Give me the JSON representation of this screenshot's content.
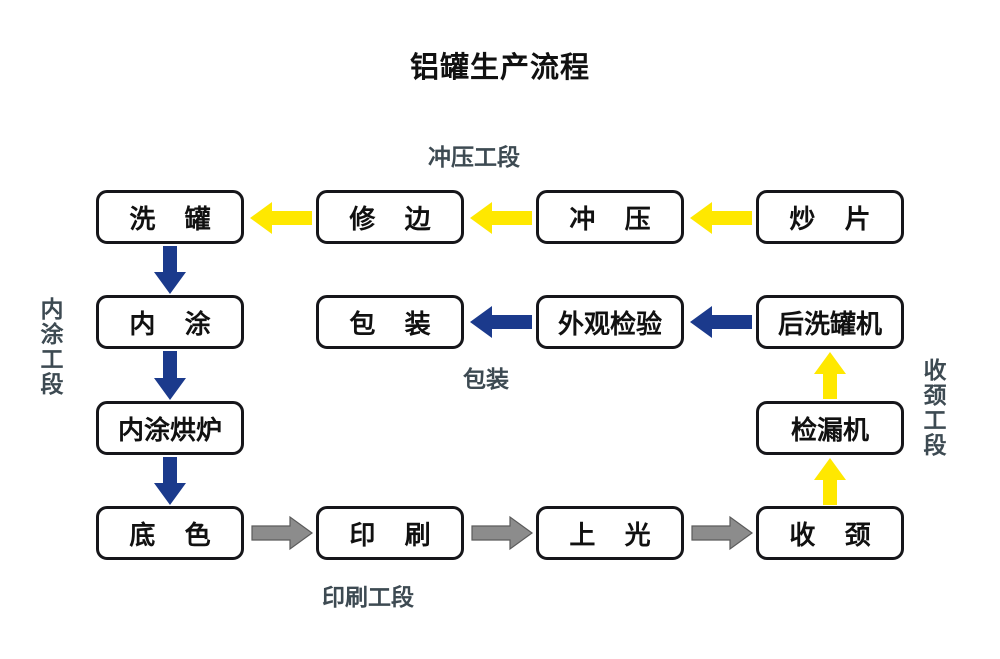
{
  "diagram": {
    "title": "铝罐生产流程",
    "type": "process-flowchart",
    "background_color": "#ffffff",
    "colors": {
      "box_border": "#16161a",
      "box_fill": "#ffffff",
      "text": "#111111",
      "stage_label": "#3d4a52",
      "arrow_yellow": "#FFE800",
      "arrow_blue": "#1B3A8C",
      "arrow_gray": "#8C8C8C",
      "arrow_gray_outline": "#5b5b5b"
    }
  },
  "stage_labels": [
    {
      "id": "stamping",
      "text": "冲压工段",
      "orientation": "horizontal"
    },
    {
      "id": "inner-coating",
      "text": "内涂工段",
      "orientation": "vertical"
    },
    {
      "id": "packaging",
      "text": "包装",
      "orientation": "horizontal"
    },
    {
      "id": "necking",
      "text": "收颈工段",
      "orientation": "vertical"
    },
    {
      "id": "printing",
      "text": "印刷工段",
      "orientation": "horizontal"
    }
  ],
  "nodes": [
    {
      "id": "wash-can",
      "label": "洗 罐",
      "row": 1,
      "col": 1,
      "spaced": true
    },
    {
      "id": "trimming",
      "label": "修 边",
      "row": 1,
      "col": 2,
      "spaced": true
    },
    {
      "id": "stamping",
      "label": "冲 压",
      "row": 1,
      "col": 3,
      "spaced": true
    },
    {
      "id": "cupping",
      "label": "炒 片",
      "row": 1,
      "col": 4,
      "spaced": true
    },
    {
      "id": "inner-coating",
      "label": "内 涂",
      "row": 2,
      "col": 1,
      "spaced": true
    },
    {
      "id": "packing",
      "label": "包 装",
      "row": 2,
      "col": 2,
      "spaced": true
    },
    {
      "id": "visual-inspect",
      "label": "外观检验",
      "row": 2,
      "col": 3,
      "spaced": false
    },
    {
      "id": "post-washer",
      "label": "后洗罐机",
      "row": 2,
      "col": 4,
      "spaced": false
    },
    {
      "id": "coating-oven",
      "label": "内涂烘炉",
      "row": 3,
      "col": 1,
      "spaced": false
    },
    {
      "id": "leak-tester",
      "label": "检漏机",
      "row": 3,
      "col": 4,
      "spaced": false
    },
    {
      "id": "base-coat",
      "label": "底 色",
      "row": 4,
      "col": 1,
      "spaced": true
    },
    {
      "id": "printing",
      "label": "印 刷",
      "row": 4,
      "col": 2,
      "spaced": true
    },
    {
      "id": "varnishing",
      "label": "上 光",
      "row": 4,
      "col": 3,
      "spaced": true
    },
    {
      "id": "necking",
      "label": "收 颈",
      "row": 4,
      "col": 4,
      "spaced": true
    }
  ],
  "edges": [
    {
      "from": "cupping",
      "to": "stamping",
      "color": "yellow",
      "direction": "left"
    },
    {
      "from": "stamping",
      "to": "trimming",
      "color": "yellow",
      "direction": "left"
    },
    {
      "from": "trimming",
      "to": "wash-can",
      "color": "yellow",
      "direction": "left"
    },
    {
      "from": "wash-can",
      "to": "inner-coating",
      "color": "blue",
      "direction": "down"
    },
    {
      "from": "inner-coating",
      "to": "coating-oven",
      "color": "blue",
      "direction": "down"
    },
    {
      "from": "coating-oven",
      "to": "base-coat",
      "color": "blue",
      "direction": "down"
    },
    {
      "from": "base-coat",
      "to": "printing",
      "color": "gray",
      "direction": "right"
    },
    {
      "from": "printing",
      "to": "varnishing",
      "color": "gray",
      "direction": "right"
    },
    {
      "from": "varnishing",
      "to": "necking",
      "color": "gray",
      "direction": "right"
    },
    {
      "from": "necking",
      "to": "leak-tester",
      "color": "yellow",
      "direction": "up"
    },
    {
      "from": "leak-tester",
      "to": "post-washer",
      "color": "yellow",
      "direction": "up"
    },
    {
      "from": "post-washer",
      "to": "visual-inspect",
      "color": "blue",
      "direction": "left"
    },
    {
      "from": "visual-inspect",
      "to": "packing",
      "color": "blue",
      "direction": "left"
    }
  ]
}
